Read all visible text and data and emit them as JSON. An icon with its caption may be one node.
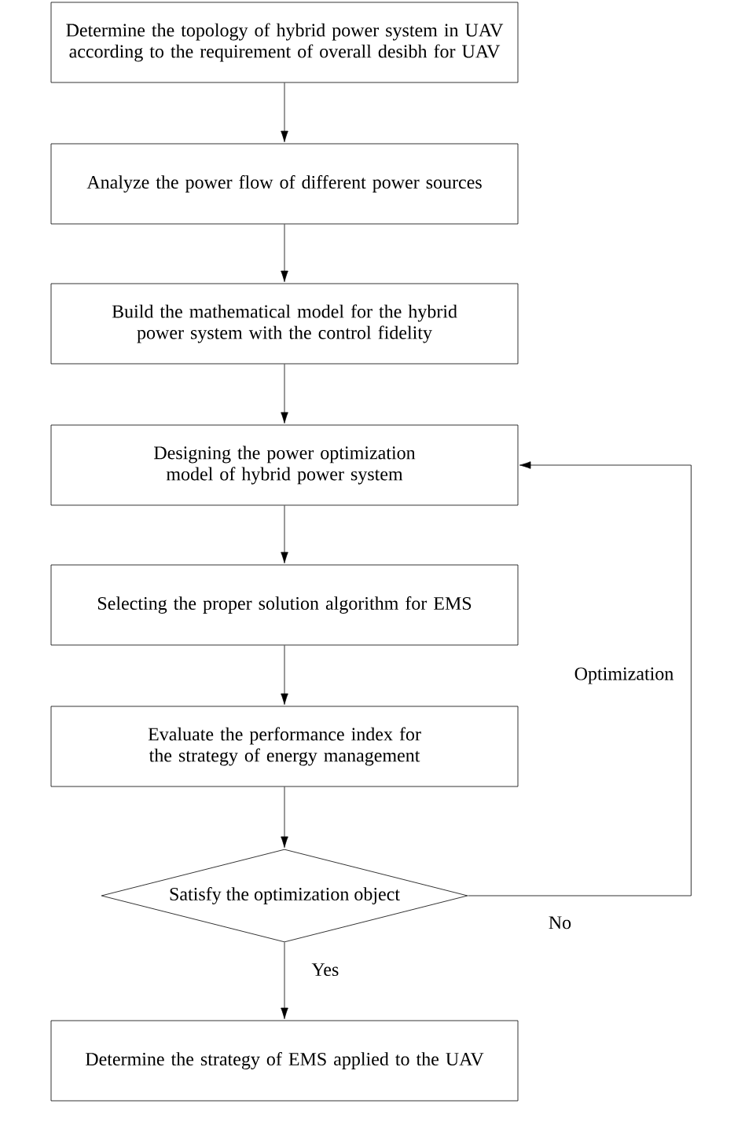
{
  "diagram": {
    "nodes": [
      {
        "text": [
          "Determine the topology of hybrid power system in UAV according to the requirement of overall desibh for UAV"
        ]
      },
      {
        "text": [
          "Analyze the power flow of different power sources"
        ]
      },
      {
        "text": [
          "Build the mathematical model for the hybrid power system with the control fidelity"
        ]
      },
      {
        "text": [
          "Designing the power optimization model of hybrid power system"
        ]
      },
      {
        "text": [
          "Selecting the proper solution algorithm for EMS"
        ]
      },
      {
        "text": [
          "Evaluate the performance index for the strategy of energy management"
        ]
      },
      {
        "text": [
          "Satisfy the optimization object"
        ]
      },
      {
        "text": [
          "Determine the strategy of EMS applied to the UAV"
        ]
      }
    ],
    "edges": [
      {
        "from": 0,
        "to": 1,
        "arrow": "to"
      },
      {
        "from": 1,
        "to": 2,
        "arrow": "to"
      },
      {
        "from": 2,
        "to": 3,
        "arrow": "to"
      },
      {
        "from": 3,
        "to": 4,
        "arrow": "to"
      },
      {
        "from": 4,
        "to": 5,
        "arrow": "to"
      },
      {
        "from": 5,
        "to": 6,
        "arrow": "to"
      },
      {
        "from": 6,
        "to": 7,
        "arrow": "to",
        "label": "Yes"
      },
      {
        "from": 6,
        "to": 3,
        "arrow": "to",
        "label": "No"
      }
    ],
    "labels": [
      "Optimization"
    ]
  }
}
